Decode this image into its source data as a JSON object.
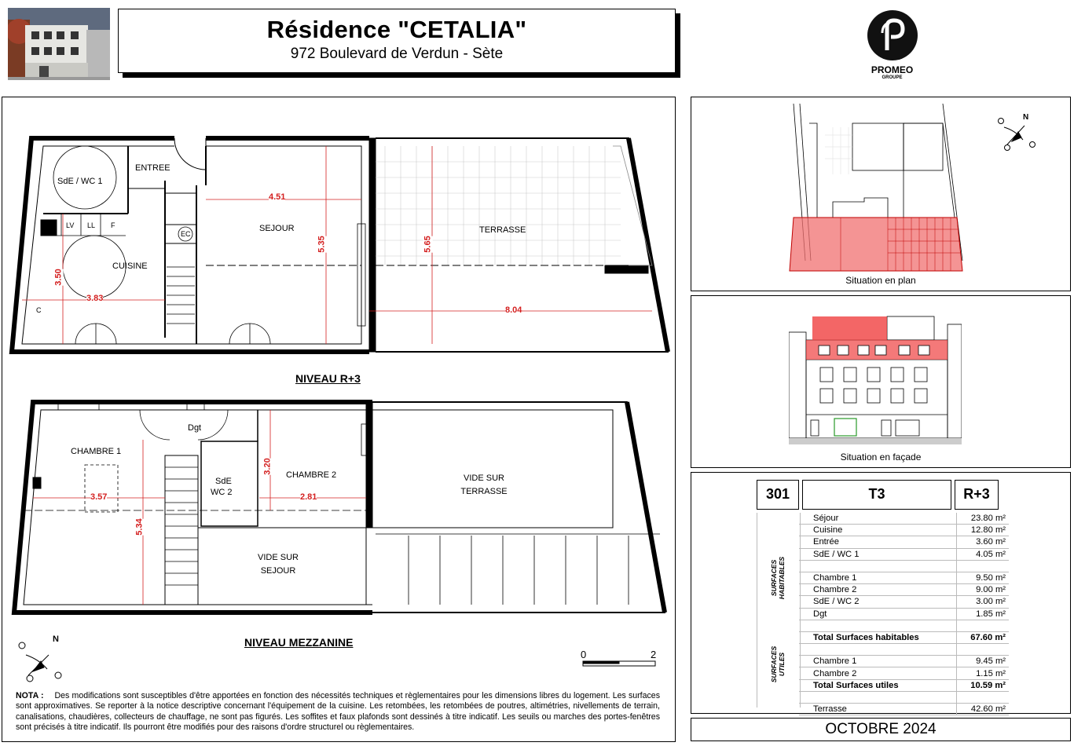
{
  "header": {
    "title": "Résidence \"CETALIA\"",
    "address": "972 Boulevard de Verdun - Sète",
    "logo_name": "PROMEO",
    "logo_sub": "GROUPE"
  },
  "plan": {
    "level_r3_label": "NIVEAU R+3",
    "level_mezz_label": "NIVEAU MEZZANINE",
    "rooms_r3": {
      "entree": "ENTREE",
      "sde_wc1": "SdE / WC 1",
      "sejour": "SEJOUR",
      "terrasse": "TERRASSE",
      "cuisine": "CUISINE",
      "lv": "LV",
      "ll": "LL",
      "f": "F",
      "ec": "EC",
      "c": "C"
    },
    "dims_r3": {
      "d451": "4.51",
      "d535": "5.35",
      "d565": "5.65",
      "d350": "3.50",
      "d383": "3.83",
      "d804": "8.04"
    },
    "rooms_mezz": {
      "chambre1": "CHAMBRE 1",
      "chambre2": "CHAMBRE 2",
      "dgt": "Dgt",
      "sde": "SdE",
      "wc2": "WC 2",
      "vide_terrasse_1": "VIDE SUR",
      "vide_terrasse_2": "TERRASSE",
      "vide_sejour_1": "VIDE SUR",
      "vide_sejour_2": "SEJOUR"
    },
    "dims_mezz": {
      "d357": "3.57",
      "d534": "5.34",
      "d320": "3.20",
      "d281": "2.81"
    },
    "compass_n": "N",
    "scale_0": "0",
    "scale_2": "2"
  },
  "note": {
    "label": "NOTA :",
    "text": "Des modifications sont susceptibles d'être apportées en fonction des nécessités techniques et règlementaires pour les dimensions libres du logement. Les surfaces sont approximatives. Se reporter à la notice descriptive concernant l'équipement de la cuisine. Les retombées, les retombées de poutres, altimétries, nivellements de terrain, canalisations, chaudières, collecteurs de chauffage, ne sont pas figurés. Les soffites et faux plafonds sont dessinés à titre indicatif. Les seuils ou marches des portes-fenêtres sont précisés à titre indicatif. Ils pourront être modifiés pour des raisons d'ordre structurel ou règlementaires."
  },
  "situation": {
    "plan_caption": "Situation en plan",
    "facade_caption": "Situation en façade",
    "compass_n": "N"
  },
  "lot": {
    "number": "301",
    "type": "T3",
    "level": "R+3"
  },
  "surfaces": {
    "habitables_label_1": "SURFACES",
    "habitables_label_2": "HABITABLES",
    "utiles_label_1": "SURFACES",
    "utiles_label_2": "UTILES",
    "rows": [
      {
        "name": "Séjour",
        "value": "23.80 m²"
      },
      {
        "name": "Cuisine",
        "value": "12.80 m²"
      },
      {
        "name": "Entrée",
        "value": "3.60 m²"
      },
      {
        "name": "SdE / WC 1",
        "value": "4.05 m²"
      },
      {
        "name": "",
        "value": ""
      },
      {
        "name": "Chambre 1",
        "value": "9.50 m²"
      },
      {
        "name": "Chambre 2",
        "value": "9.00 m²"
      },
      {
        "name": "SdE / WC 2",
        "value": "3.00 m²"
      },
      {
        "name": "Dgt",
        "value": "1.85 m²"
      },
      {
        "name": "",
        "value": ""
      },
      {
        "name": "Total Surfaces habitables",
        "value": "67.60 m²"
      },
      {
        "name": "",
        "value": ""
      },
      {
        "name": "Chambre 1",
        "value": "9.45 m²"
      },
      {
        "name": "Chambre 2",
        "value": "1.15 m²"
      },
      {
        "name": "Total Surfaces utiles",
        "value": "10.59 m²"
      },
      {
        "name": "",
        "value": ""
      },
      {
        "name": "Terrasse",
        "value": "42.60 m²"
      }
    ]
  },
  "date": "OCTOBRE 2024"
}
